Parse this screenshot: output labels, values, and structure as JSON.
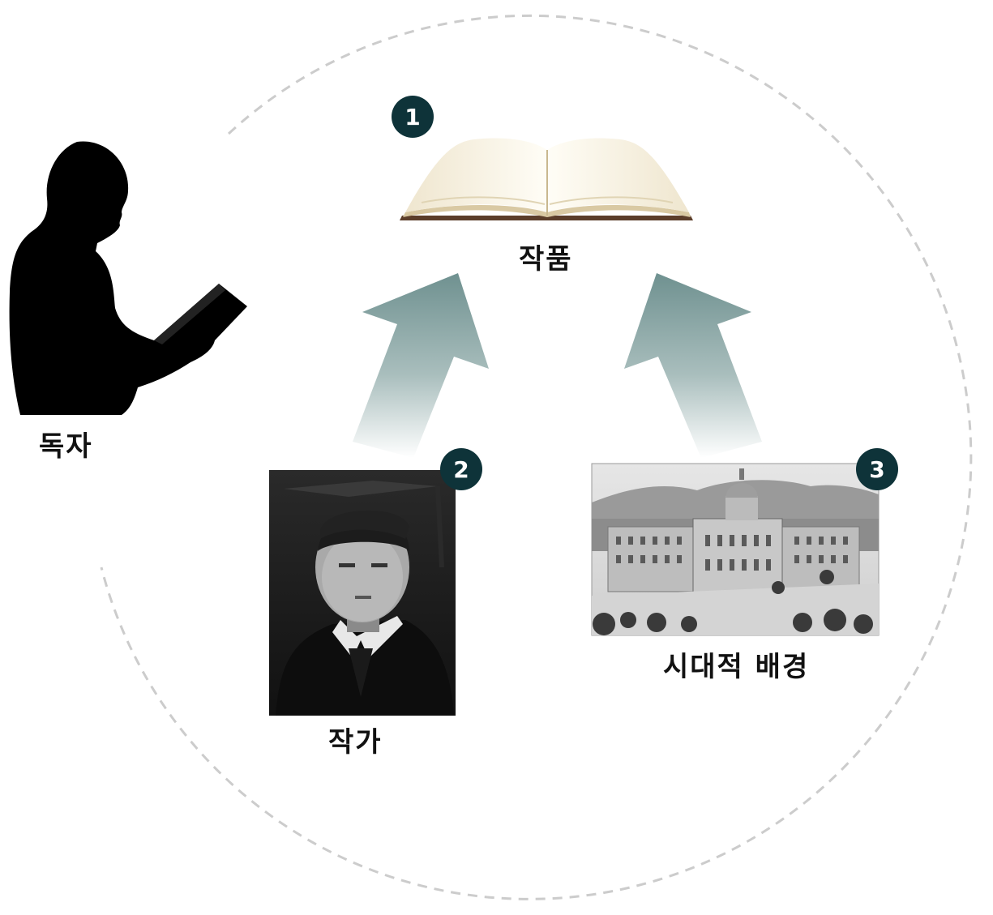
{
  "nodes": {
    "work": {
      "label": "작품",
      "number": "1"
    },
    "author": {
      "label": "작가",
      "number": "2"
    },
    "era": {
      "label": "시대적 배경",
      "number": "3"
    },
    "reader": {
      "label": "독자"
    }
  },
  "colors": {
    "badge": "#0e3339",
    "arrow_top": "#6f9190",
    "arrow_bottom": "#ffffff",
    "dashed_circle": "#cccccc"
  }
}
